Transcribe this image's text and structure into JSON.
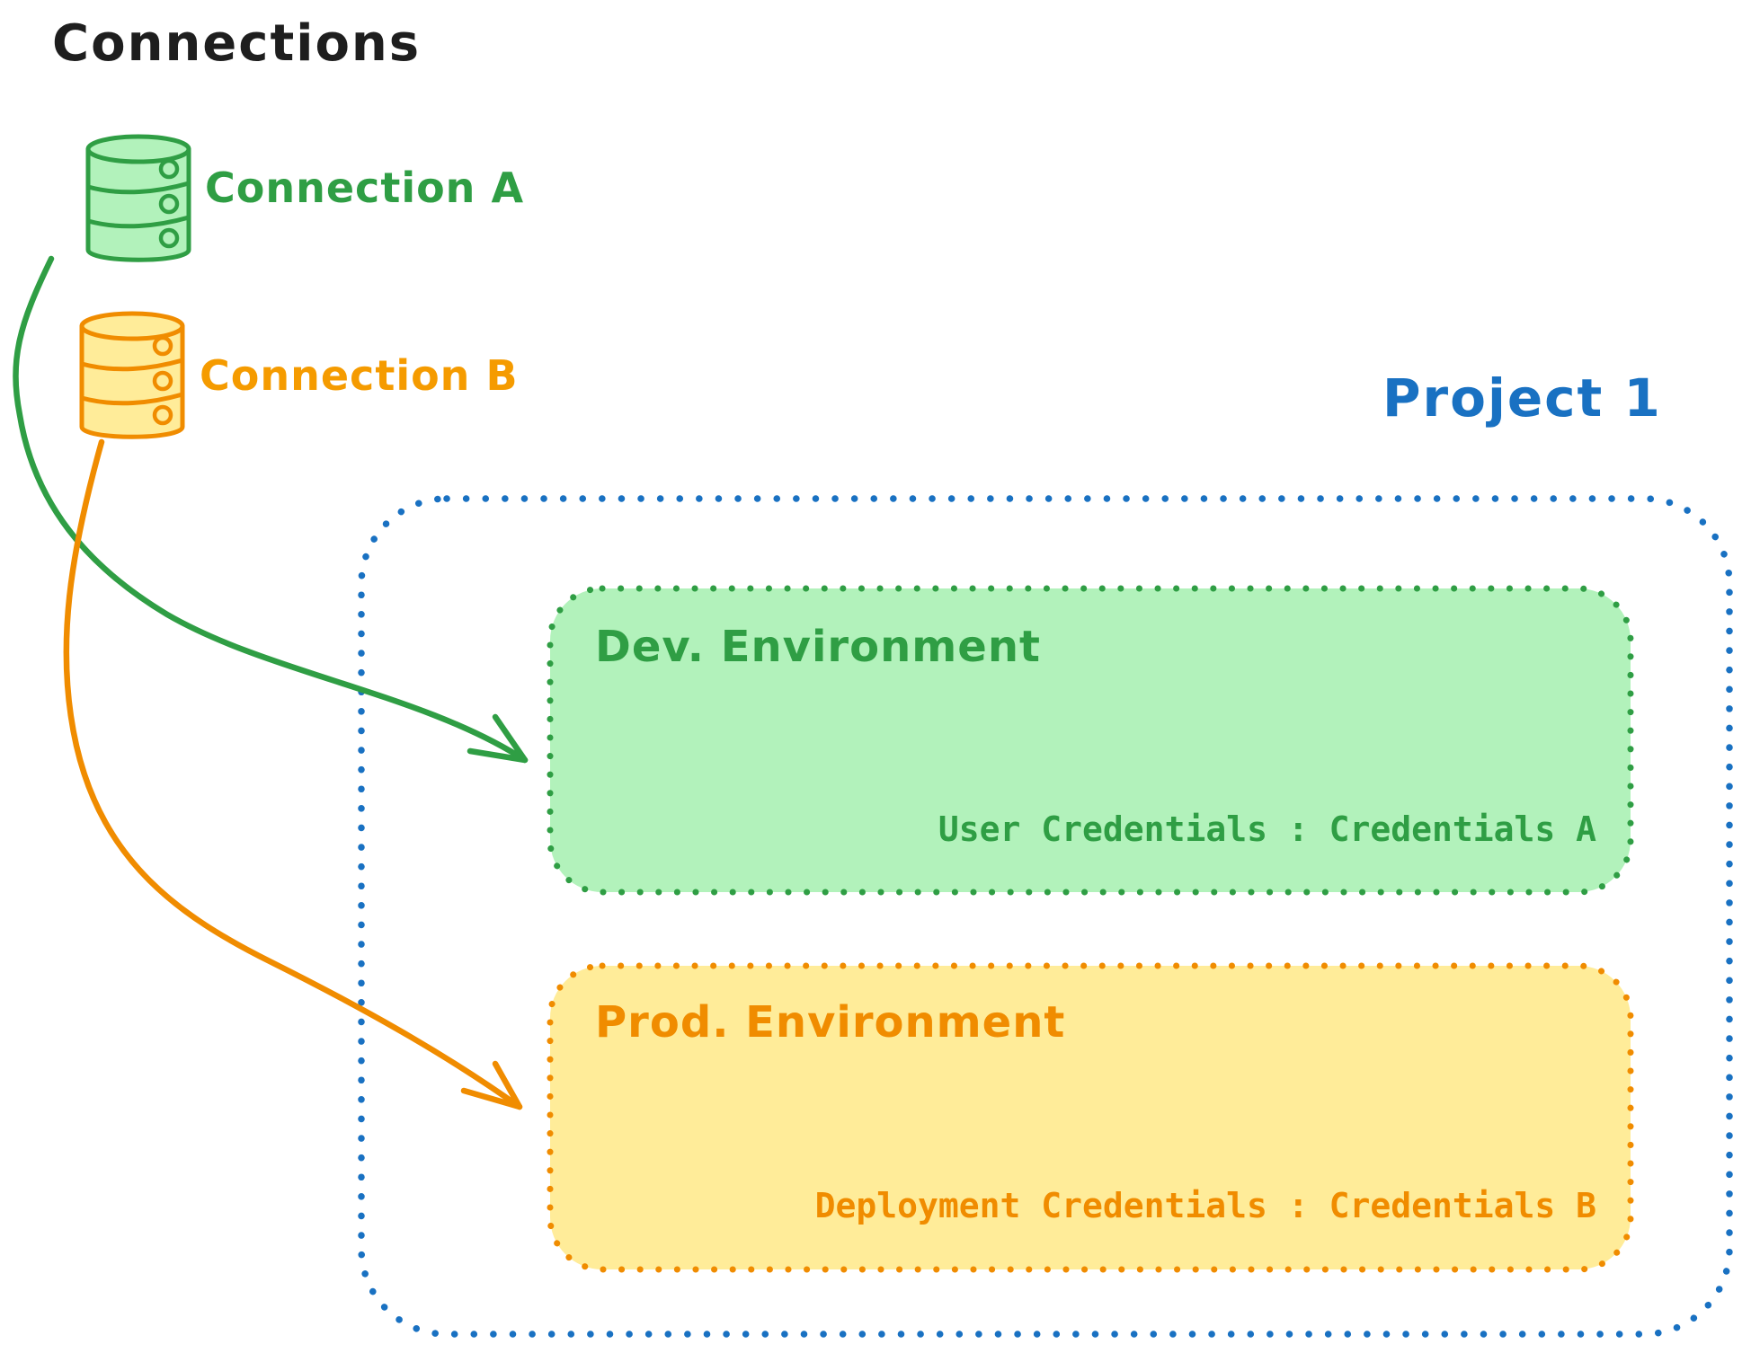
{
  "diagram": {
    "title": "Connections",
    "connections": [
      {
        "label": "Connection A",
        "icon": "database-cylinder-icon",
        "color": "#2f9e44",
        "fill": "#b2f2bb"
      },
      {
        "label": "Connection B",
        "icon": "database-cylinder-icon",
        "color": "#f08c00",
        "fill": "#ffec99"
      }
    ],
    "project": {
      "title": "Project 1",
      "border_color": "#1971c2",
      "environments": [
        {
          "name": "Dev. Environment",
          "credentials_line": "User Credentials : Credentials A",
          "linked_connection": "Connection A",
          "color": "#2f9e44",
          "fill": "#b2f2bb"
        },
        {
          "name": "Prod. Environment",
          "credentials_line": "Deployment Credentials : Credentials B",
          "linked_connection": "Connection B",
          "color": "#f08c00",
          "fill": "#ffec99"
        }
      ]
    },
    "colors": {
      "text_black": "#1e1e1e",
      "green_stroke": "#2f9e44",
      "green_fill": "#b2f2bb",
      "orange_stroke": "#f08c00",
      "orange_label": "#f59b00",
      "yellow_fill": "#ffec99",
      "blue_stroke": "#1971c2",
      "background": "#ffffff"
    }
  }
}
